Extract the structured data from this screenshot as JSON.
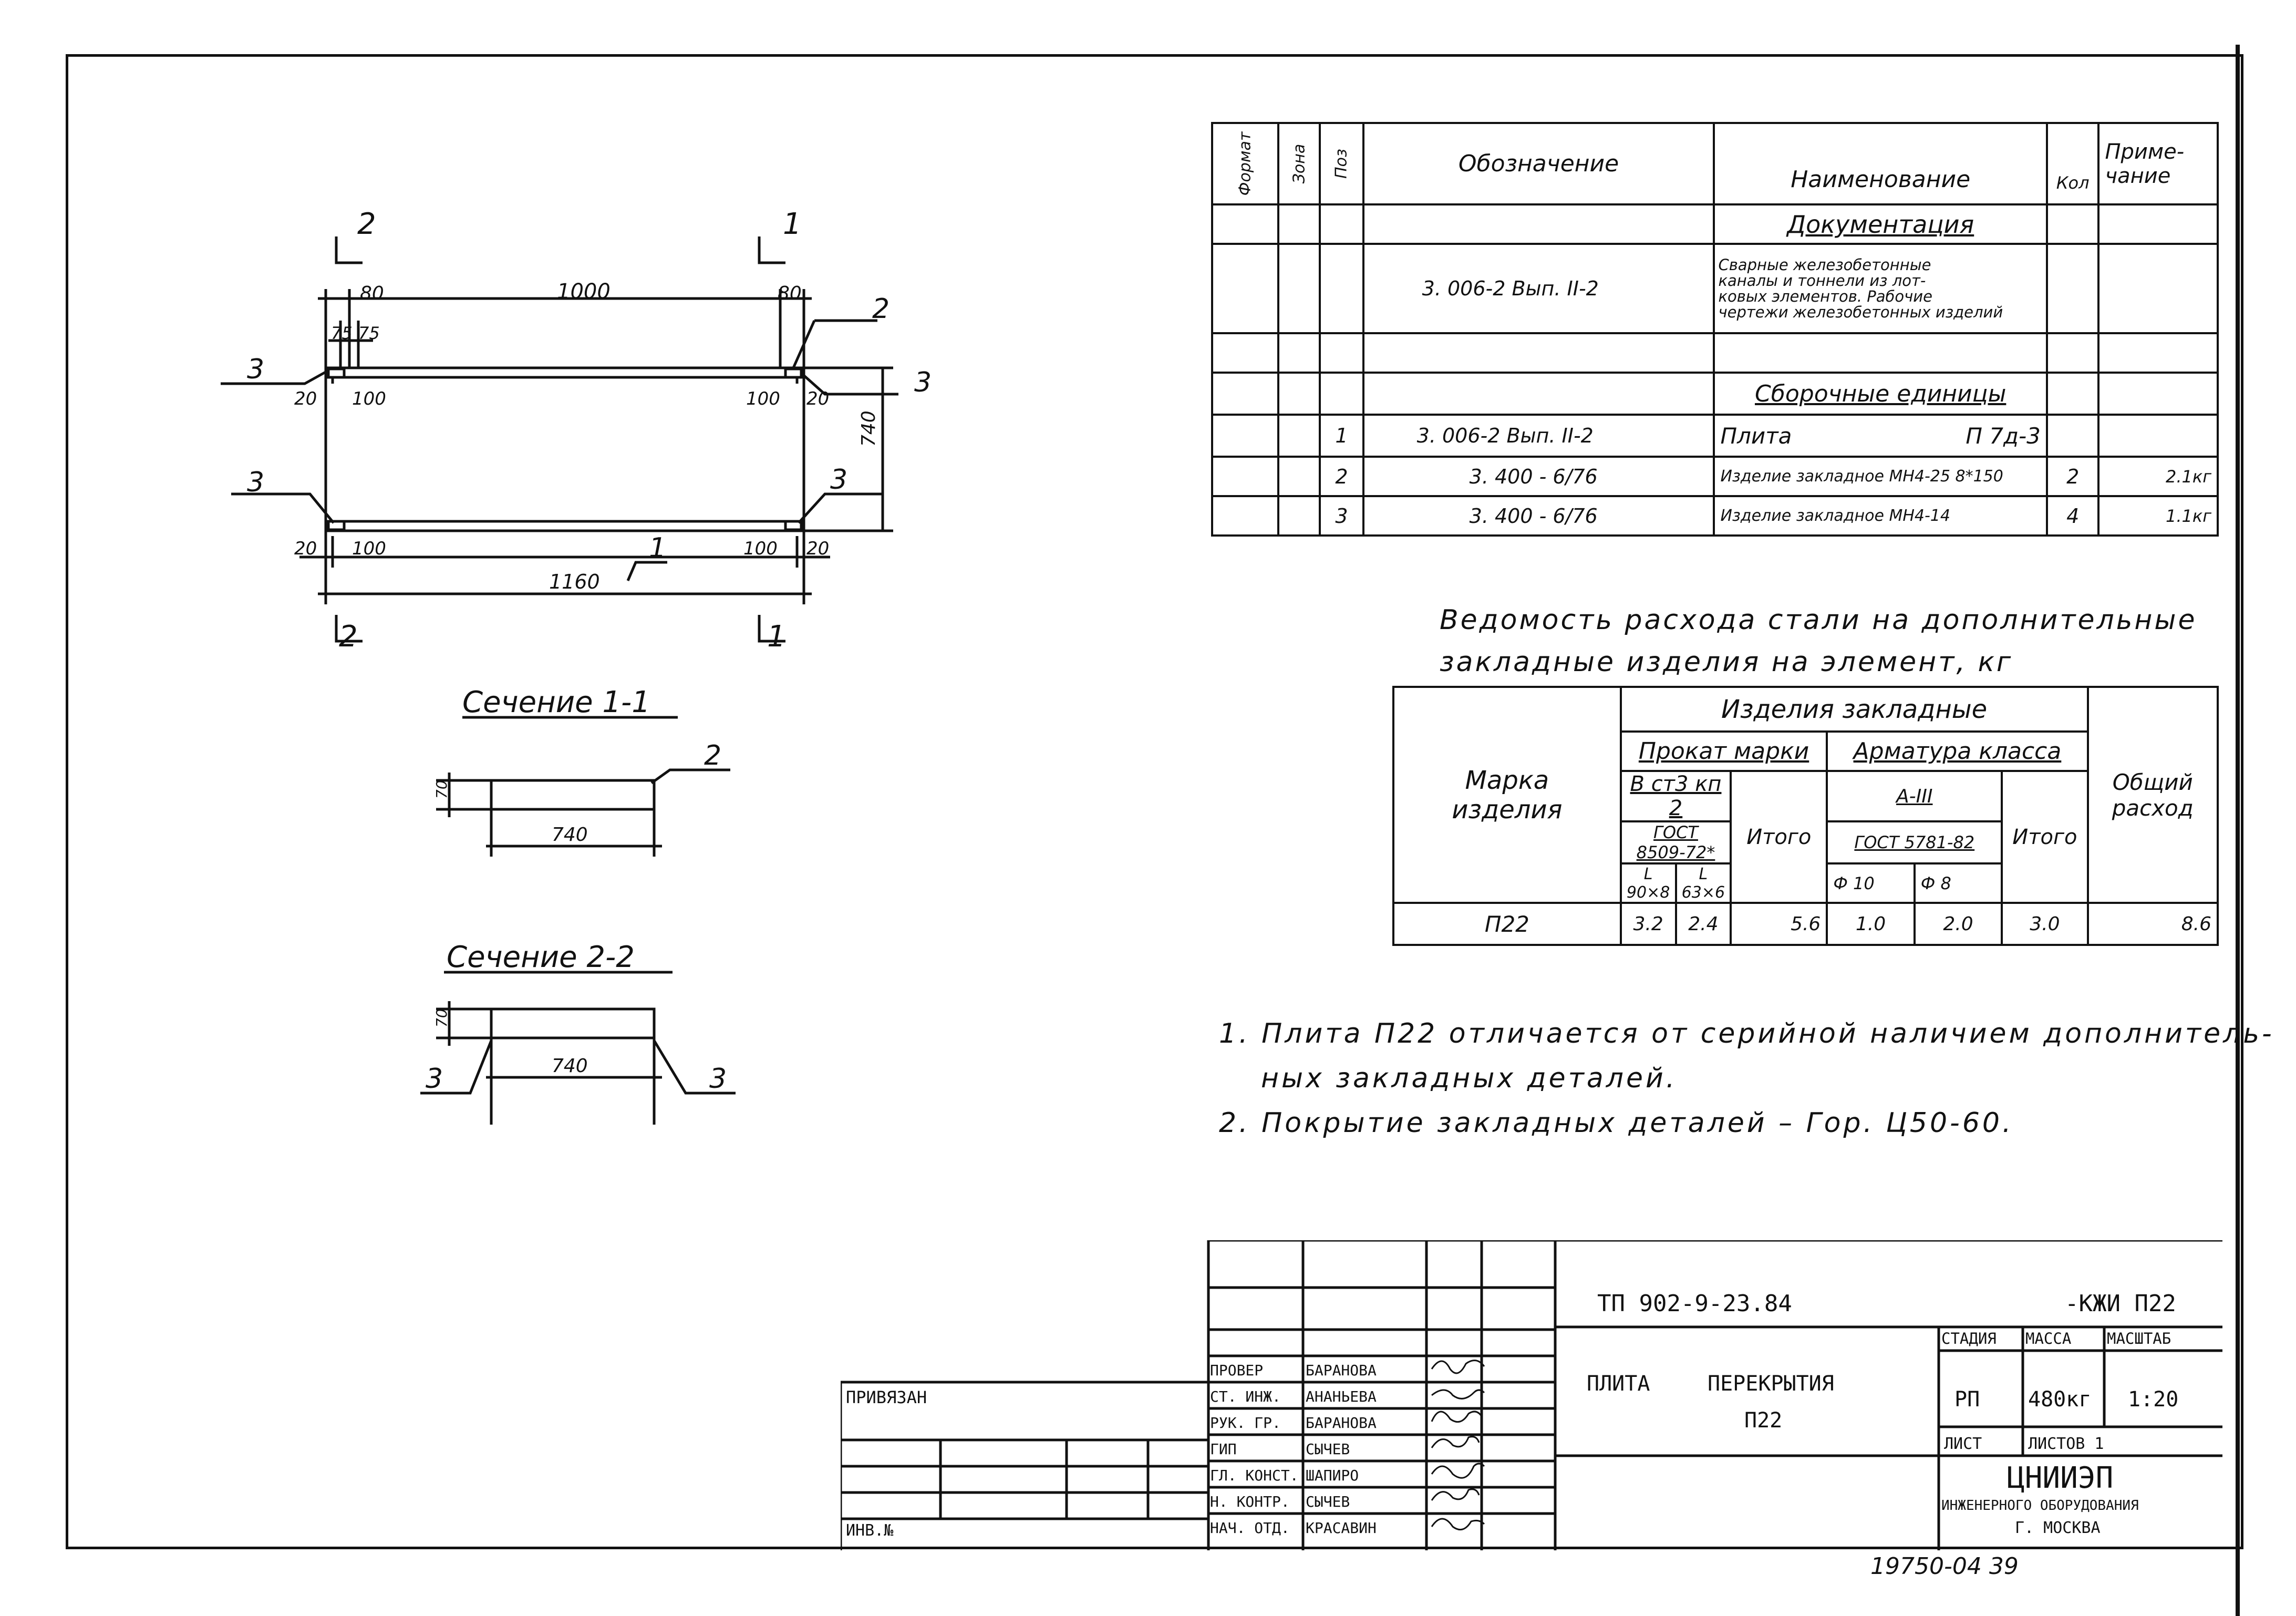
{
  "spec_table": {
    "headers": {
      "format": "Формат",
      "zone": "Зона",
      "pos": "Поз",
      "designation": "Обозначение",
      "name": "Наименование",
      "qty": "Кол",
      "note": "Приме-\nчание"
    },
    "section_docs": "Документация",
    "doc_designation": "3. 006-2      Вып. II-2",
    "doc_name_lines": [
      "Сварные железобетонные",
      "каналы и тоннели из лот-",
      "ковых элементов. Рабочие",
      "чертежи железобетонных изделий"
    ],
    "section_units": "Сборочные единицы",
    "rows": [
      {
        "pos": "1",
        "designation": "3. 006-2      Вып. II-2",
        "name": "Плита",
        "mark": "П 7д-3",
        "qty": "",
        "note": ""
      },
      {
        "pos": "2",
        "designation": "3. 400 - 6/76",
        "name": "Изделие закладное МН4-25 8*150",
        "mark": "",
        "qty": "2",
        "note": "2.1кг"
      },
      {
        "pos": "3",
        "designation": "3. 400 - 6/76",
        "name": "Изделие закладное МН4-14",
        "mark": "",
        "qty": "4",
        "note": "1.1кг"
      }
    ]
  },
  "steel_title_lines": [
    "Ведомость расхода стали на дополнительные",
    "закладные изделия на элемент, кг"
  ],
  "steel_table": {
    "mark_header": "Марка\nизделия",
    "group_header": "Изделия закладные",
    "rolled_header": "Прокат марки",
    "rebar_header": "Арматура класса",
    "total_header": "Общий\nрасход",
    "steel_grade": "В ст3 кп 2",
    "steel_gost": "ГОСТ 8509-72*",
    "rolled_sub": [
      "L 90×8",
      "L 63×6"
    ],
    "rebar_grade": "А-III",
    "rebar_gost": "ГОСТ 5781-82",
    "rebar_sub": [
      "Ф 10",
      "Ф 8"
    ],
    "itogo": "Итого",
    "row": {
      "mark": "П22",
      "r1": "3.2",
      "r2": "2.4",
      "r_sum": "5.6",
      "a1": "1.0",
      "a2": "2.0",
      "a_sum": "3.0",
      "total": "8.6"
    }
  },
  "notes": [
    "1. Плита П22 отличается от серийной наличием дополнитель-",
    "ных закладных деталей.",
    "2. Покрытие закладных деталей – Гор. Ц50-60."
  ],
  "plan": {
    "dims": {
      "d80a": "80",
      "d1000": "1000",
      "d80b": "80",
      "d75a": "75",
      "d75b": "75",
      "d20a": "20",
      "d100a": "100",
      "d100b": "100",
      "d20b": "20",
      "d740": "740",
      "d20c": "20",
      "d100c": "100",
      "d100d": "100",
      "d20d": "20",
      "d1160": "1160"
    },
    "section_marks": {
      "s2": "2",
      "s1": "1"
    },
    "callouts": {
      "c2": "2",
      "c3": "3",
      "c1": "1"
    }
  },
  "sections": {
    "s11_title": "Сечение 1-1",
    "s22_title": "Сечение 2-2",
    "d70": "70",
    "d740": "740",
    "c2": "2",
    "c3": "3"
  },
  "title_block": {
    "doc_code": "ТП 902-9-23.84",
    "doc_suffix": "-КЖИ П22",
    "title_left": "ПЛИТА",
    "title_right": "ПЕРЕКРЫТИЯ",
    "title_mark": "П22",
    "stage_label": "СТАДИЯ",
    "mass_label": "МАССА",
    "scale_label": "МАСШТАБ",
    "stage": "РП",
    "mass": "480кг",
    "scale": "1:20",
    "sheet_label": "ЛИСТ",
    "sheets_label": "ЛИСТОВ 1",
    "org_name": "ЦНИИЭП",
    "org_sub": "ИНЖЕНЕРНОГО ОБОРУДОВАНИЯ",
    "org_city": "Г. МОСКВА",
    "roles": [
      {
        "role": "ПРОВЕР",
        "name": "БАРАНОВА"
      },
      {
        "role": "СТ. ИНЖ.",
        "name": "АНАНЬЕВА"
      },
      {
        "role": "РУК. ГР.",
        "name": "БАРАНОВА"
      },
      {
        "role": "ГИП",
        "name": "СЫЧЕВ"
      },
      {
        "role": "ГЛ. КОНСТ.",
        "name": "ШАПИРО"
      },
      {
        "role": "Н. КОНТР.",
        "name": "СЫЧЕВ"
      },
      {
        "role": "НАЧ. ОТД.",
        "name": "КРАСАВИН"
      }
    ],
    "privyazan": "ПРИВЯЗАН",
    "inv": "ИНВ.№",
    "stamp_number": "19750-04  39"
  }
}
